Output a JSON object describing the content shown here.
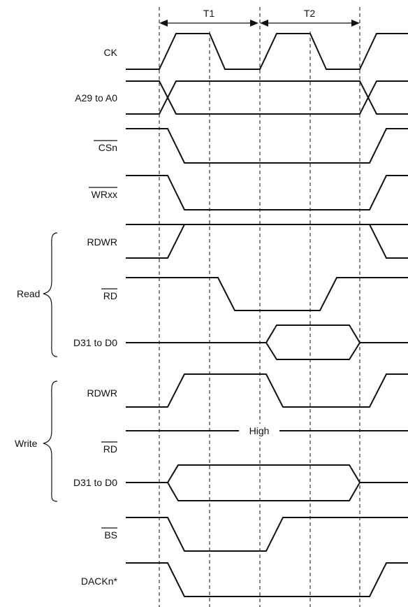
{
  "periods": {
    "t1": "T1",
    "t2": "T2"
  },
  "signals": {
    "ck": "CK",
    "addr": "A29 to A0",
    "csn": "CSn",
    "wrxx": "WRxx",
    "read_rdwr": "RDWR",
    "read_rd": "RD",
    "read_data": "D31 to D0",
    "write_rdwr": "RDWR",
    "write_rd": "RD",
    "write_data": "D31 to D0",
    "bs": "BS",
    "dackn": "DACKn*"
  },
  "groups": {
    "read": "Read",
    "write": "Write"
  },
  "annotations": {
    "high": "High"
  }
}
